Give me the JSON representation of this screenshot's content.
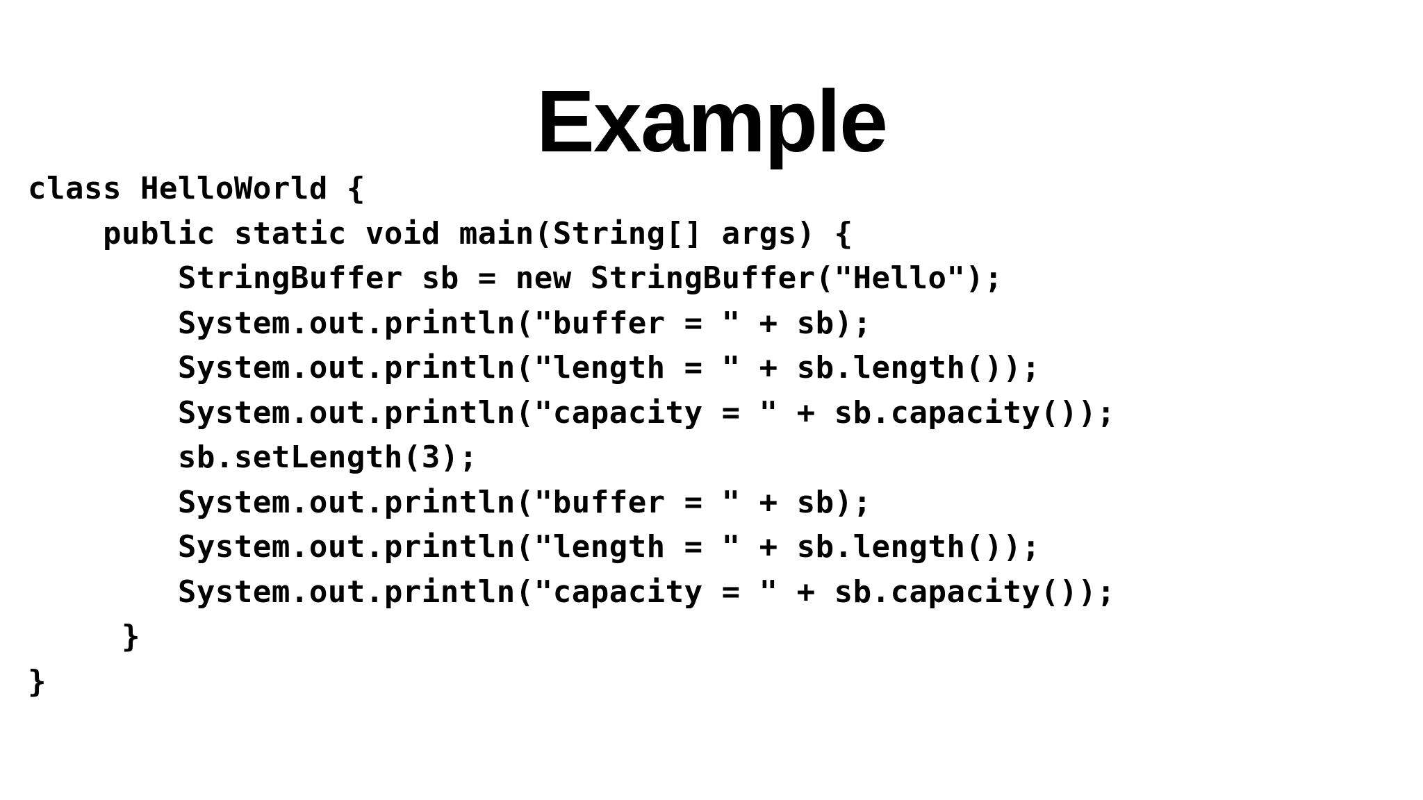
{
  "slide": {
    "title": "Example",
    "background_color": "#ffffff",
    "text_color": "#000000"
  },
  "code": {
    "language": "java",
    "lines": [
      "class HelloWorld {",
      "    public static void main(String[] args) {",
      "        StringBuffer sb = new StringBuffer(\"Hello\");",
      "        System.out.println(\"buffer = \" + sb);",
      "        System.out.println(\"length = \" + sb.length());",
      "        System.out.println(\"capacity = \" + sb.capacity());",
      "        sb.setLength(3);",
      "        System.out.println(\"buffer = \" + sb);",
      "        System.out.println(\"length = \" + sb.length());",
      "        System.out.println(\"capacity = \" + sb.capacity());",
      "     }",
      "}"
    ]
  }
}
